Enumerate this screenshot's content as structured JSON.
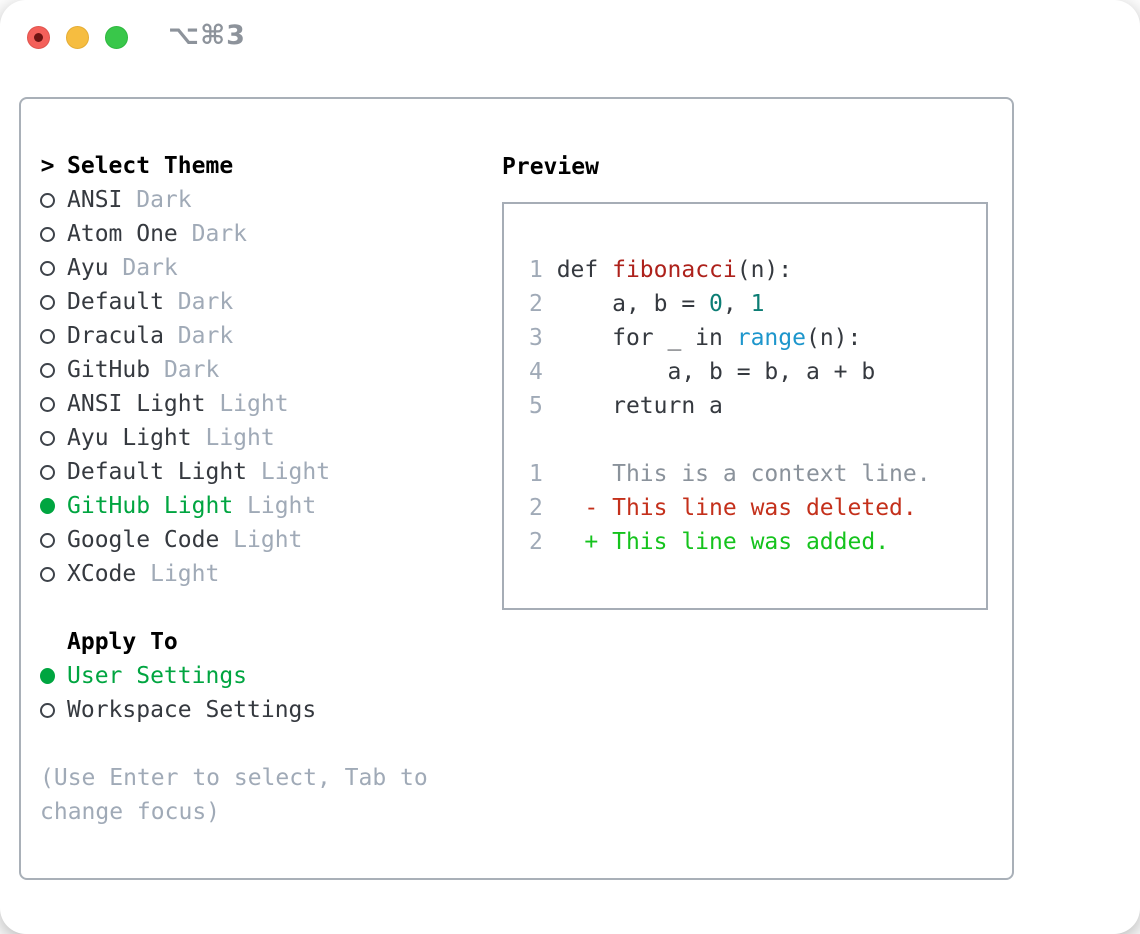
{
  "window": {
    "title": "⌥⌘3",
    "traffic_lights": {
      "close_color": "#f4605a",
      "close_has_unsaved_dot": true,
      "minimize_color": "#f6bd40",
      "zoom_color": "#39c74a"
    }
  },
  "colors": {
    "header_text": "#000000",
    "item_text": "#35393f",
    "muted_gray": "#a0aab7",
    "selected_green": "#00a540",
    "panel_border": "#a9b0b8",
    "preview_border": "#a6adb6",
    "code_default": "#35393f",
    "code_function_red": "#ad211b",
    "code_number_teal": "#0c7d74",
    "code_builtin_blue": "#1d96cc",
    "diff_context_gray": "#8a929b",
    "diff_deleted_red": "#c4301b",
    "diff_added_green": "#15c31d"
  },
  "theme_list": {
    "cursor": ">",
    "header": "Select Theme",
    "items": [
      {
        "name": "ANSI",
        "tag": "Dark",
        "selected": false
      },
      {
        "name": "Atom One",
        "tag": "Dark",
        "selected": false
      },
      {
        "name": "Ayu",
        "tag": "Dark",
        "selected": false
      },
      {
        "name": "Default",
        "tag": "Dark",
        "selected": false
      },
      {
        "name": "Dracula",
        "tag": "Dark",
        "selected": false
      },
      {
        "name": "GitHub",
        "tag": "Dark",
        "selected": false
      },
      {
        "name": "ANSI Light",
        "tag": "Light",
        "selected": false
      },
      {
        "name": "Ayu Light",
        "tag": "Light",
        "selected": false
      },
      {
        "name": "Default Light",
        "tag": "Light",
        "selected": false
      },
      {
        "name": "GitHub Light",
        "tag": "Light",
        "selected": true
      },
      {
        "name": "Google Code",
        "tag": "Light",
        "selected": false
      },
      {
        "name": "XCode",
        "tag": "Light",
        "selected": false
      }
    ]
  },
  "apply_to": {
    "header": "Apply To",
    "options": [
      {
        "name": "User Settings",
        "selected": true
      },
      {
        "name": "Workspace Settings",
        "selected": false
      }
    ]
  },
  "hint": "(Use Enter to select, Tab to change focus)",
  "preview": {
    "header": "Preview",
    "lines": [
      {
        "n": "1",
        "tokens": [
          [
            " def ",
            "fg"
          ],
          [
            "fibonacci",
            "func"
          ],
          [
            "(n):",
            "fg"
          ]
        ]
      },
      {
        "n": "2",
        "tokens": [
          [
            "     a, b = ",
            "fg"
          ],
          [
            "0",
            "num"
          ],
          [
            ", ",
            "fg"
          ],
          [
            "1",
            "num"
          ]
        ]
      },
      {
        "n": "3",
        "tokens": [
          [
            "     for _ in ",
            "fg"
          ],
          [
            "range",
            "builtin"
          ],
          [
            "(n):",
            "fg"
          ]
        ]
      },
      {
        "n": "4",
        "tokens": [
          [
            "         a, b = b, a + b",
            "fg"
          ]
        ]
      },
      {
        "n": "5",
        "tokens": [
          [
            "     return a",
            "fg"
          ]
        ]
      },
      {
        "n": "",
        "tokens": []
      },
      {
        "n": "1",
        "tokens": [
          [
            "     This is a context line.",
            "context"
          ]
        ]
      },
      {
        "n": "2",
        "tokens": [
          [
            "   - This line was deleted.",
            "del"
          ]
        ]
      },
      {
        "n": "2",
        "tokens": [
          [
            "   + This line was added.",
            "add"
          ]
        ]
      }
    ]
  }
}
